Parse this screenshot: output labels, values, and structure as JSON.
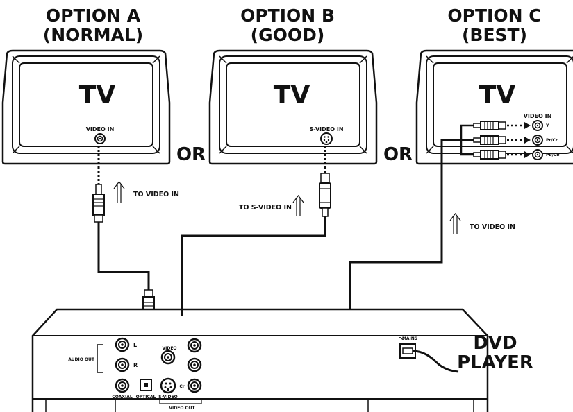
{
  "options": [
    {
      "title": "OPTION A",
      "subtitle": "(NORMAL)",
      "tv": "TV",
      "port": "VIDEO IN",
      "arrow_label": "TO VIDEO IN"
    },
    {
      "title": "OPTION B",
      "subtitle": "(GOOD)",
      "tv": "TV",
      "port": "S-VIDEO IN",
      "arrow_label": "TO S-VIDEO IN"
    },
    {
      "title": "OPTION C",
      "subtitle": "(BEST)",
      "tv": "TV",
      "port": "VIDEO IN",
      "arrow_label": "TO VIDEO IN",
      "component_ports": [
        "Y",
        "Pr/Cr",
        "Pb/Cb"
      ]
    }
  ],
  "separator": "OR",
  "player": {
    "name_line1": "DVD",
    "name_line2": "PLAYER",
    "audio_out": "AUDIO OUT",
    "left": "L",
    "right": "R",
    "coaxial": "COAXIAL",
    "optical": "OPTICAL",
    "video": "VIDEO",
    "svideo": "S-VIDEO",
    "video_out": "VIDEO OUT",
    "cr": "Cr",
    "mains": "MAINS"
  }
}
